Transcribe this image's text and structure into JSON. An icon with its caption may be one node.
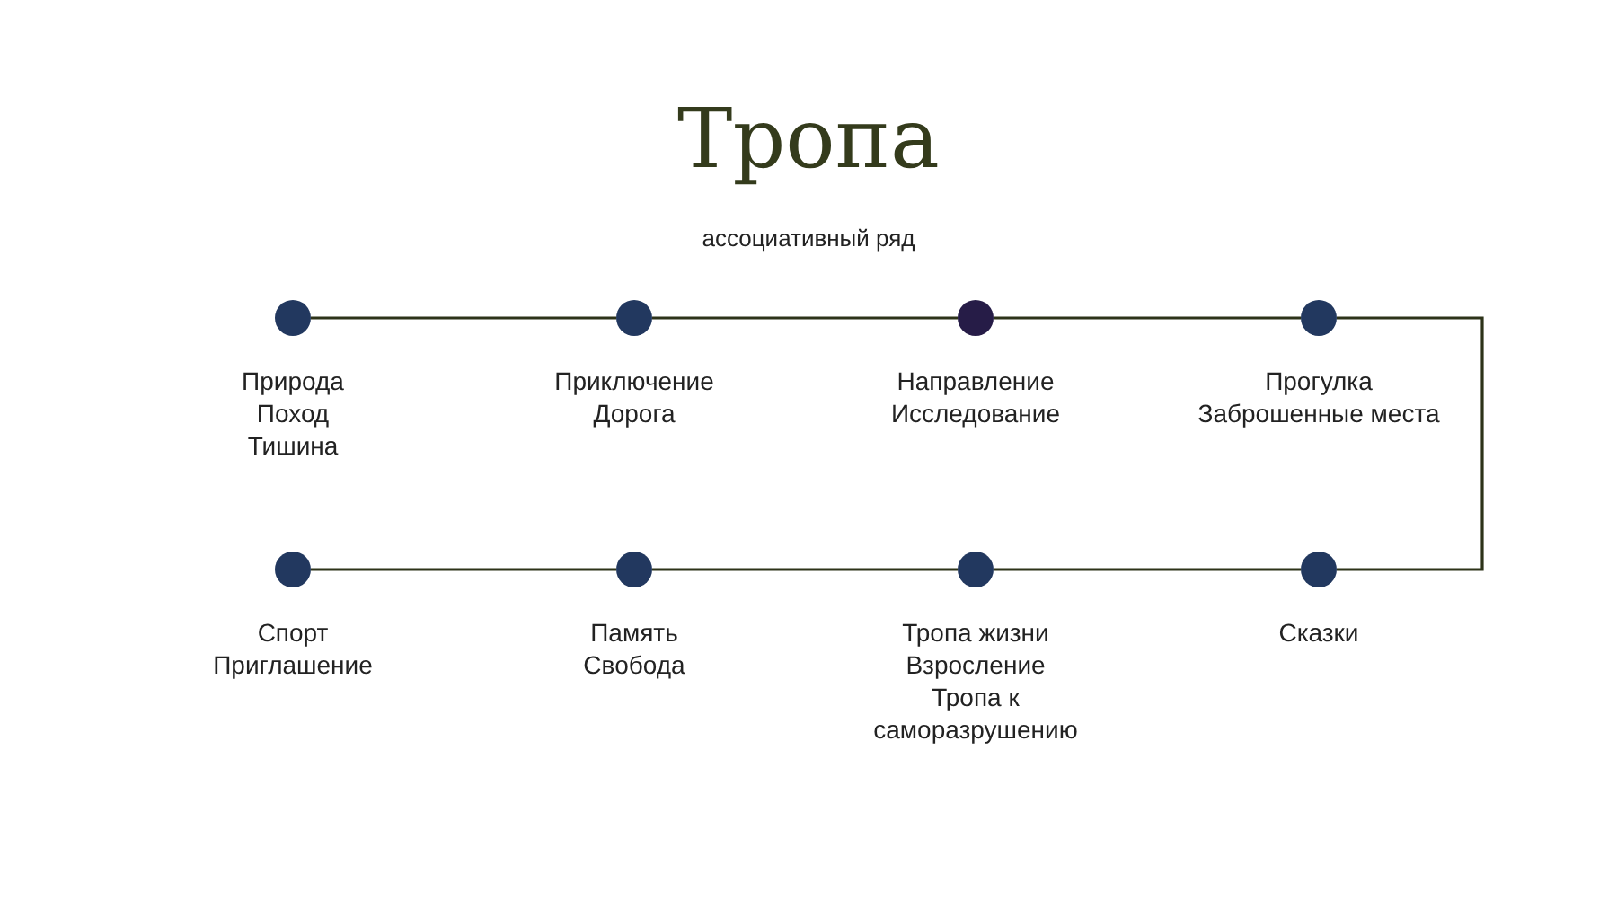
{
  "diagram": {
    "title": "Тропа",
    "caption": "ассоциативный ряд",
    "nodes": [
      {
        "text": [
          "Природа",
          "Поход",
          "Тишина"
        ]
      },
      {
        "text": [
          "Приключение",
          "Дорога"
        ]
      },
      {
        "text": [
          "Направление",
          "Исследование"
        ]
      },
      {
        "text": [
          "Прогулка",
          "Заброшенные места"
        ]
      },
      {
        "text": [
          "Спорт",
          "Приглашение"
        ]
      },
      {
        "text": [
          "Память",
          "Свобода"
        ]
      },
      {
        "text": [
          "Тропа жизни",
          "Взросление",
          "Тропа к саморазрушению"
        ]
      },
      {
        "text": [
          "Сказки"
        ]
      }
    ],
    "edges": [
      {
        "from": 0,
        "to": 1,
        "arrow": "none"
      },
      {
        "from": 1,
        "to": 2,
        "arrow": "none"
      },
      {
        "from": 2,
        "to": 3,
        "arrow": "none"
      },
      {
        "from": 3,
        "to": 7,
        "arrow": "none"
      },
      {
        "from": 7,
        "to": 6,
        "arrow": "none"
      },
      {
        "from": 6,
        "to": 5,
        "arrow": "none"
      },
      {
        "from": 5,
        "to": 4,
        "arrow": "none"
      }
    ]
  }
}
